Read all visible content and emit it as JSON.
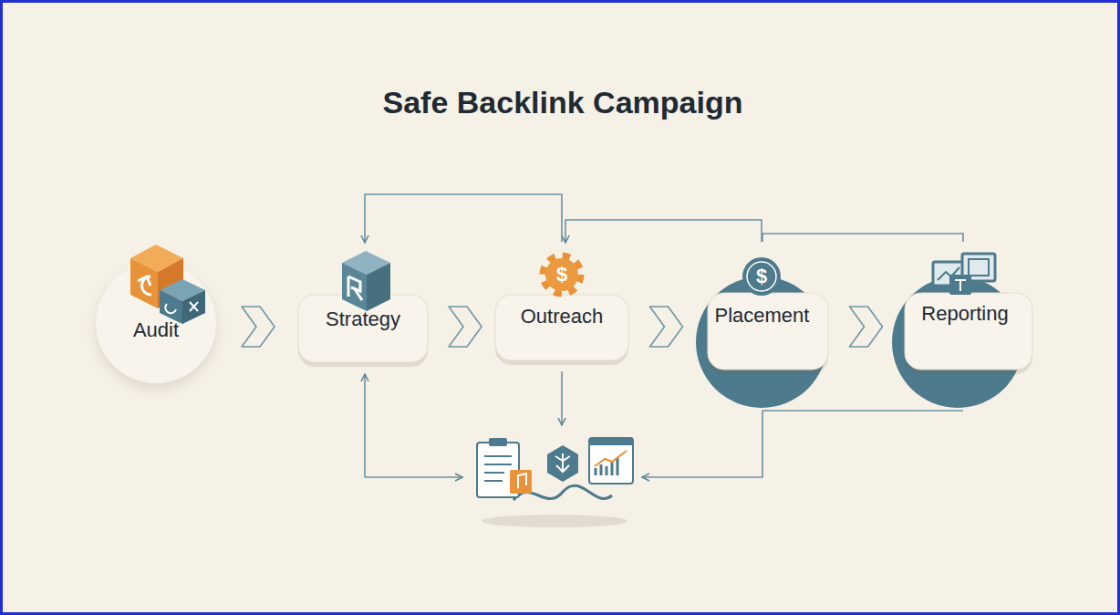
{
  "diagram": {
    "title": "Safe Backlink Campaign",
    "nodes": [
      {
        "text": [
          "Audit"
        ]
      },
      {
        "text": [
          "Strategy"
        ]
      },
      {
        "text": [
          "Outreach"
        ]
      },
      {
        "text": [
          "Placement"
        ]
      },
      {
        "text": [
          "Reporting"
        ]
      }
    ],
    "edges": [
      {
        "from": 0,
        "to": 1,
        "arrow": "to"
      },
      {
        "from": 1,
        "to": 2,
        "arrow": "to"
      },
      {
        "from": 2,
        "to": 3,
        "arrow": "to"
      },
      {
        "from": 3,
        "to": 4,
        "arrow": "to"
      },
      {
        "from": 2,
        "to": 1,
        "arrow": "to"
      },
      {
        "from": 3,
        "to": 2,
        "arrow": "to"
      },
      {
        "from": 4,
        "to": 3,
        "arrow": "none"
      },
      {
        "from": 3,
        "to": 4,
        "arrow": "none"
      }
    ],
    "labels": [
      "$",
      "$"
    ]
  }
}
